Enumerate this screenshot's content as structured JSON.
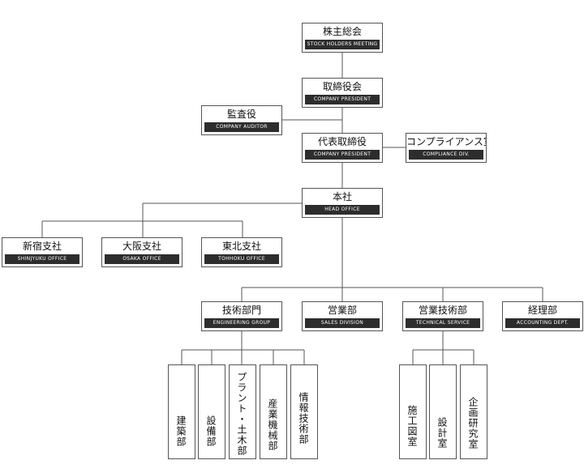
{
  "nodes": {
    "stockholders": {
      "jp": "株主総会",
      "en": "STOCK HOLDERS MEETING"
    },
    "board": {
      "jp": "取締役会",
      "en": "COMPANY PRESIDENT"
    },
    "auditor": {
      "jp": "監査役",
      "en": "COMPANY AUDITOR"
    },
    "president": {
      "jp": "代表取締役",
      "en": "COMPANY PRESIDENT"
    },
    "compliance": {
      "jp": "コンプライアンス室",
      "en": "COMPLIANCE DIV."
    },
    "head_office": {
      "jp": "本社",
      "en": "HEAD OFFICE"
    },
    "shinjuku": {
      "jp": "新宿支社",
      "en": "SHINJYUKU OFFICE"
    },
    "osaka": {
      "jp": "大阪支社",
      "en": "OSAKA OFFICE"
    },
    "tohoku": {
      "jp": "東北支社",
      "en": "TOHHOKU OFFICE"
    },
    "engineering": {
      "jp": "技術部門",
      "en": "ENGINEERING GROUP"
    },
    "sales": {
      "jp": "営業部",
      "en": "SALES DIVISION"
    },
    "technical": {
      "jp": "営業技術部",
      "en": "TECHNICAL SERVICE"
    },
    "accounting": {
      "jp": "経理部",
      "en": "ACCOUNTING DEPT."
    }
  },
  "sub_departments": {
    "construction": "建築部",
    "equipment": "設備部",
    "plant_civil": "プラント・土木部",
    "industrial_machinery": "産業機械部",
    "information_tech": "情報技術部",
    "construction_drawing": "施工図室",
    "design": "設計室",
    "planning_research": "企画研究室"
  }
}
